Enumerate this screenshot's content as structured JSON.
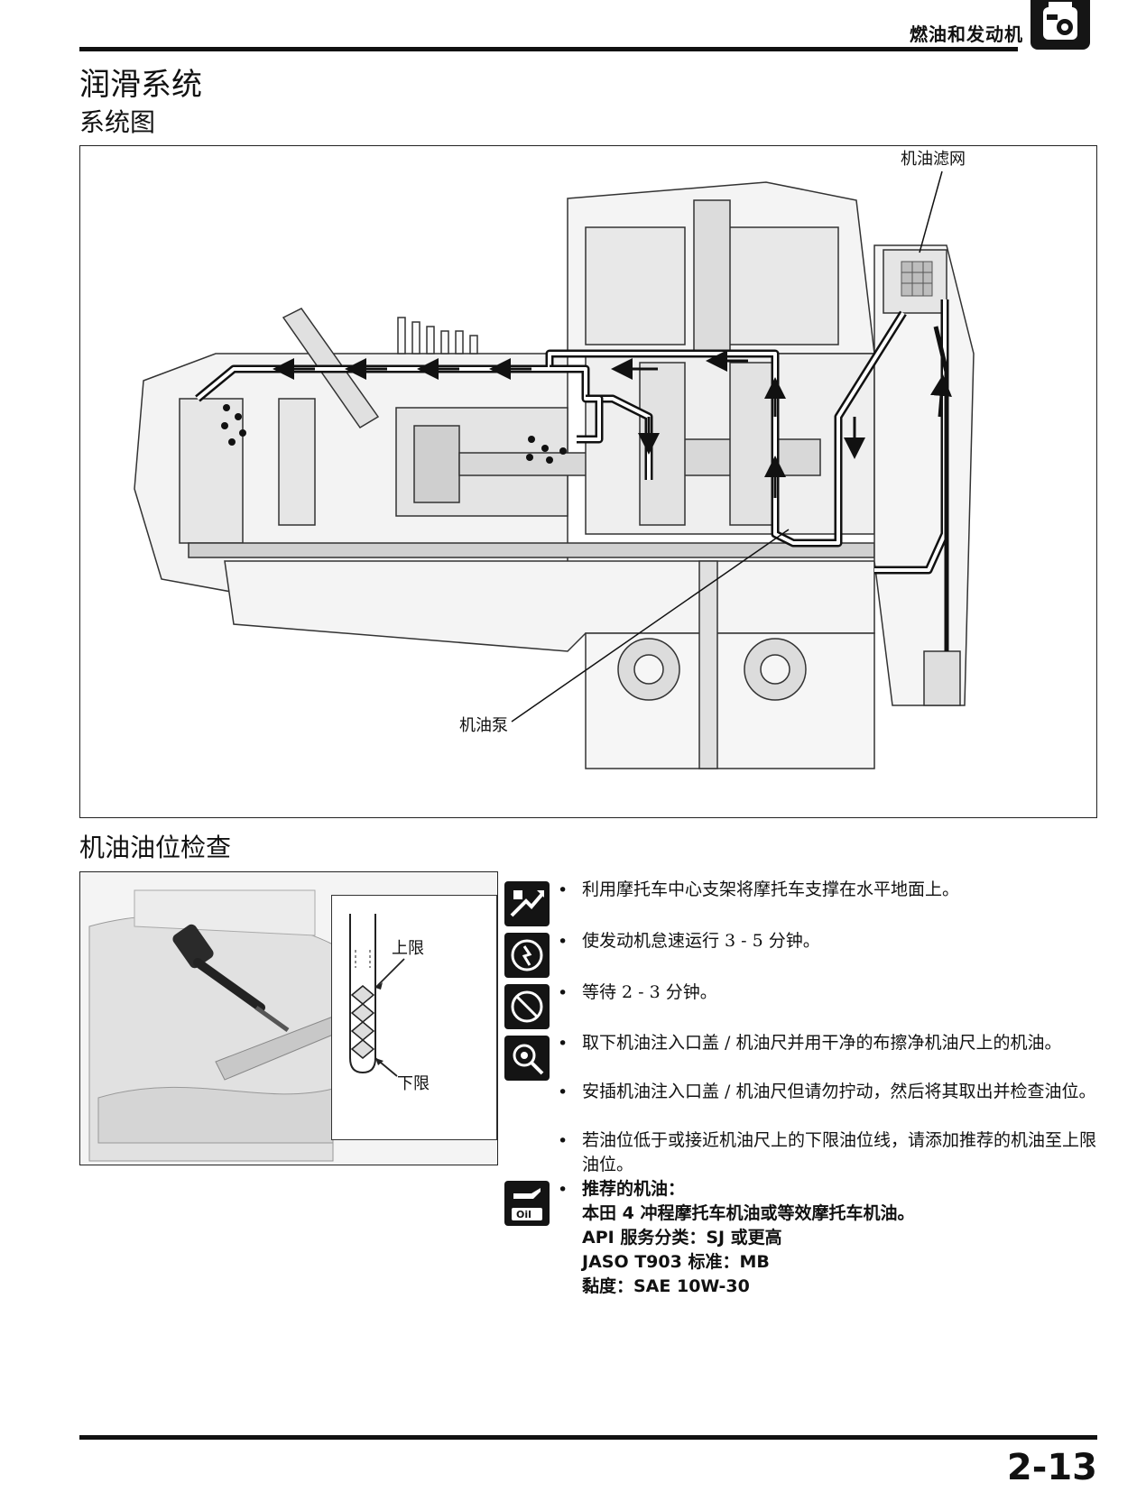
{
  "header": {
    "chapter": "燃油和发动机",
    "chapter_icon": "engine-icon"
  },
  "section_title": "润滑系统",
  "sub_title": "系统图",
  "diagram": {
    "callouts": {
      "oil_strainer": "机油滤网",
      "oil_pump": "机油泵"
    }
  },
  "oil_check": {
    "title": "机油油位检查",
    "inset_labels": {
      "upper": "上限",
      "lower": "下限"
    },
    "steps": [
      {
        "icon": "center-stand-icon",
        "text": "利用摩托车中心支架将摩托车支撑在水平地面上。"
      },
      {
        "icon": "engine-idle-icon",
        "text": "使发动机怠速运行 3 - 5 分钟。"
      },
      {
        "icon": "engine-stop-icon",
        "text": "等待 2 - 3 分钟。"
      },
      {
        "icon": "inspect-icon",
        "text": "取下机油注入口盖 / 机油尺并用干净的布擦净机油尺上的机油。"
      },
      {
        "icon": "",
        "text": "安插机油注入口盖 / 机油尺但请勿拧动，然后将其取出并检查油位。"
      },
      {
        "icon": "",
        "text": "若油位低于或接近机油尺上的下限油位线，请添加推荐的机油至上限油位。"
      }
    ],
    "recommended": {
      "icon": "oil-can-icon",
      "icon_label": "Oil",
      "title": "推荐的机油：",
      "lines": [
        "本田 4 冲程摩托车机油或等效摩托车机油。",
        "API 服务分类：SJ 或更高",
        "JASO T903 标准：MB",
        "黏度：SAE 10W-30"
      ]
    }
  },
  "page_number": "2-13"
}
